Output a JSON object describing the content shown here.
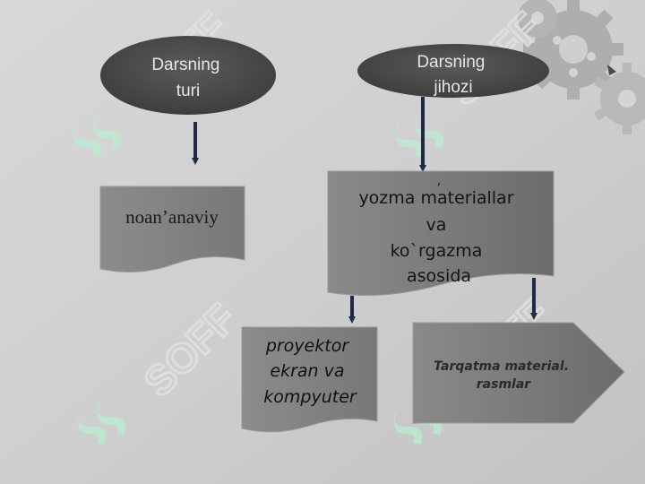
{
  "slide": {
    "node_lesson_type": "Darsning\nturi",
    "node_lesson_equipment": "Darsning\njihozi",
    "node_nontraditional": "noan’anaviy",
    "node_written_materials_mark": ",",
    "node_written_materials": "yozma materiallar\nva\nko`rgazma\nasosida",
    "node_projector": "proyektor\nekran va\nkompyuter",
    "node_handouts": "Tarqatma  material.\nrasmlar",
    "watermark_text": "SOFF"
  },
  "colors": {
    "background": "#cbcbcb",
    "ellipse_fill": "#4d4d4d",
    "ellipse_text": "#e6e6e6",
    "box_fill": "#7f7f7f",
    "arrow": "#1f2a44",
    "watermark": "#b8ecd0"
  },
  "icons": [
    "gears-icon",
    "soff-watermark-logo"
  ]
}
